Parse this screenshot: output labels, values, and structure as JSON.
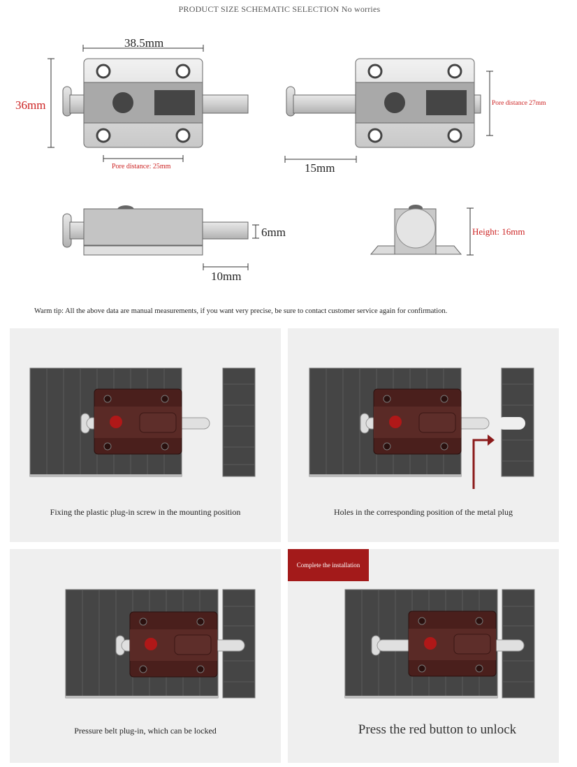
{
  "header": {
    "title": "PRODUCT SIZE SCHEMATIC SELECTION No worries"
  },
  "dimensions": {
    "width_top": "38.5mm",
    "height_left": "36mm",
    "pore_distance_bottom": "Pore distance: 25mm",
    "extend_15": "15mm",
    "pore_distance_side": "Pore distance 27mm",
    "bolt_diameter": "6mm",
    "bolt_extend": "10mm",
    "height_side": "Height: 16mm"
  },
  "warm_tip": "Warm tip: All the above data are manual measurements, if you want very precise, be sure to contact customer service again for confirmation.",
  "steps": [
    {
      "caption": "Fixing the plastic plug-in screw in the mounting position"
    },
    {
      "caption": "Holes in the corresponding position of the metal plug"
    },
    {
      "caption": "Pressure belt plug-in, which can be locked"
    },
    {
      "caption": "Press the red button to unlock",
      "badge": "Complete the installation"
    }
  ],
  "colors": {
    "accent_red": "#a31a1a",
    "dimension_red": "#cc2222",
    "latch_brown": "#4a1f1c",
    "door_gray": "#454545"
  }
}
